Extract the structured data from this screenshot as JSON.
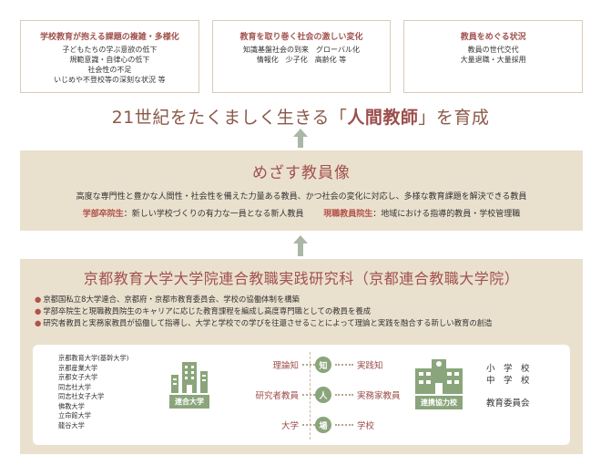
{
  "issues": [
    {
      "title": "学校教育が抱える課題の複雑・多様化",
      "lines": [
        "子どもたちの学ぶ意欲の低下",
        "規範意識・自律心の低下",
        "社会性の不足",
        "いじめや不登校等の深刻な状況 等"
      ]
    },
    {
      "title": "教育を取り巻く社会の激しい変化",
      "lines": [
        "知識基盤社会の到来　グローバル化",
        "情報化　少子化　高齢化 等"
      ]
    },
    {
      "title": "教員をめぐる状況",
      "lines": [
        "教員の世代交代",
        "大量退職・大量採用"
      ]
    }
  ],
  "goal": {
    "before": "21世紀をたくましく生きる「",
    "emphasis": "人間教師",
    "after": "」を育成"
  },
  "aim": {
    "title": "めざす教員像",
    "description": "高度な専門性と豊かな人間性・社会性を備えた力量ある教員、かつ社会の変化に対応し、多様な教育課題を解決できる教員",
    "targets": [
      {
        "label": "学部卒院生",
        "text": "：新しい学校づくりの有力な一員となる新人教員"
      },
      {
        "label": "現職教員院生",
        "text": "：地域における指導的教員・学校管理職"
      }
    ]
  },
  "school": {
    "title": "京都教育大学大学院連合教職実践研究科（京都連合教職大学院）",
    "bullets": [
      "京都国私立8大学連合、京都府・京都市教育委員会、学校の協働体制を構築",
      "学部卒院生と現職教員院生のキャリアに応じた教育課程を編成し高度専門職としての教員を養成",
      "研究者教員と実務家教員が協働して指導し、大学と学校での学びを往還させることによって理論と実践を融合する新しい教育の創造"
    ],
    "bullet_mark": "●",
    "universities": [
      "京都教育大学(基幹大学)",
      "京都産業大学",
      "京都女子大学",
      "同志社大学",
      "同志社女子大学",
      "佛教大学",
      "立命館大学",
      "龍谷大学"
    ],
    "union_label": "連合大学",
    "partner_label": "連携協力校",
    "bridge": [
      {
        "left": "理論知",
        "center": "知",
        "right": "実践知"
      },
      {
        "left": "研究者教員",
        "center": "人",
        "right": "実務家教員"
      },
      {
        "left": "大学",
        "center": "場",
        "right": "学校"
      }
    ],
    "partners": [
      "小　学　校",
      "中　学　校",
      "教育委員会"
    ]
  },
  "colors": {
    "accent": "#a0524e",
    "panel": "#eae0ce",
    "green": "#8aa57b",
    "arrow": "#aab7a6"
  },
  "icons": {
    "union": "building-icon",
    "partner": "school-building-icon"
  }
}
